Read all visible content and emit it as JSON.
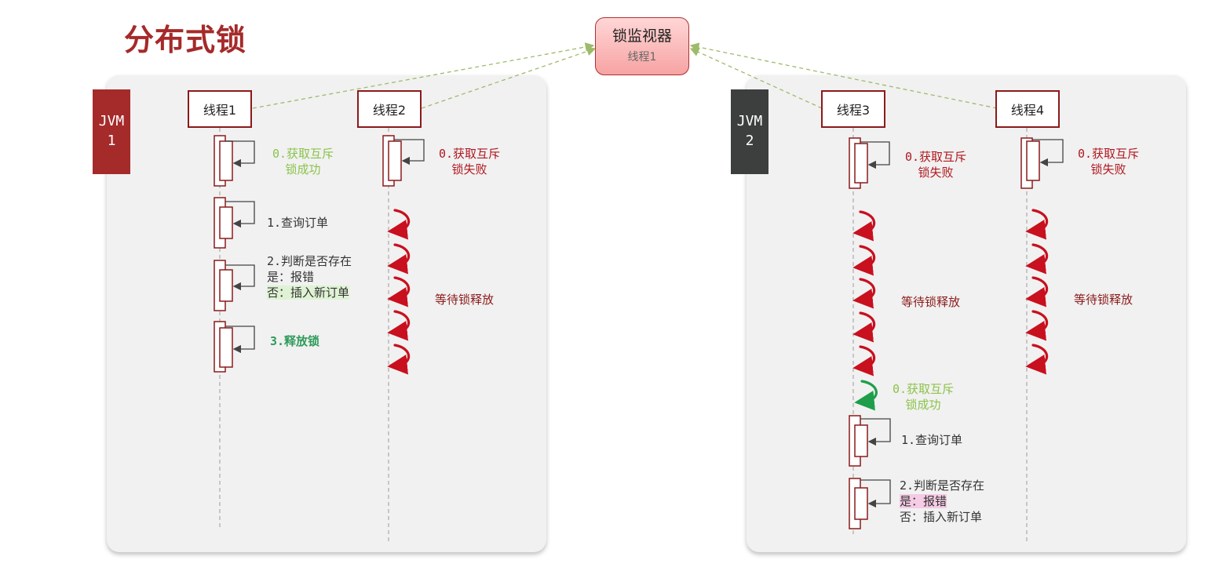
{
  "title": "分布式锁",
  "monitor": {
    "name": "锁监视器",
    "holder": "线程1"
  },
  "jvm1": {
    "label": "JVM",
    "number": "1",
    "color": "#a52a2a"
  },
  "jvm2": {
    "label": "JVM",
    "number": "2",
    "color": "#3d3f3e"
  },
  "threads": {
    "t1": "线程1",
    "t2": "线程2",
    "t3": "线程3",
    "t4": "线程4"
  },
  "t1_steps": {
    "acquire_l1": "0.获取互斥",
    "acquire_l2": "锁成功",
    "query": "1.查询订单",
    "check_l1": "2.判断是否存在",
    "check_l2": "是：报错",
    "check_l3": "否：插入新订单",
    "release": "3.释放锁"
  },
  "t2_steps": {
    "fail_l1": "0.获取互斥",
    "fail_l2": "锁失败",
    "wait": "等待锁释放"
  },
  "t3_steps": {
    "fail_l1": "0.获取互斥",
    "fail_l2": "锁失败",
    "wait": "等待锁释放",
    "acquire_l1": "0.获取互斥",
    "acquire_l2": "锁成功",
    "query": "1.查询订单",
    "check_l1": "2.判断是否存在",
    "check_l2": "是：报错",
    "check_l3": "否：插入新订单"
  },
  "t4_steps": {
    "fail_l1": "0.获取互斥",
    "fail_l2": "锁失败",
    "wait": "等待锁释放"
  },
  "colors": {
    "success": "#8bc34a",
    "failure": "#b0171f",
    "release": "#2e9b5a",
    "wait_arrow": "#c8101e",
    "success_arrow": "#1e9e4a",
    "dashed_link": "#9dbb6a"
  }
}
